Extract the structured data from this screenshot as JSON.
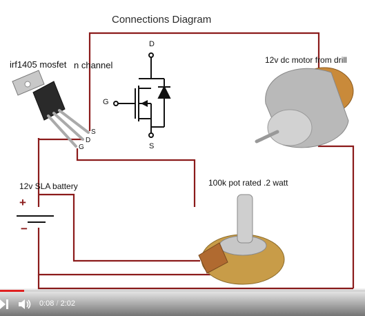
{
  "diagram": {
    "title": "Connections Diagram",
    "mosfet": {
      "name": "irf1405 mosfet",
      "type": "n channel",
      "pins": {
        "s": "S",
        "d": "D",
        "g": "G"
      }
    },
    "symbol": {
      "drain": "D",
      "gate": "G",
      "source": "S"
    },
    "motor": {
      "label": "12v dc motor from drill"
    },
    "battery": {
      "label": "12v SLA battery",
      "plus": "+",
      "minus": "−"
    },
    "pot": {
      "label": "100k pot rated .2 watt"
    },
    "wire_color": "#8b1a1a"
  },
  "player": {
    "current_time": "0:08",
    "separator": " / ",
    "duration": "2:02",
    "progress": 0.066,
    "accent_color": "#e02020",
    "play_icon": "play-icon",
    "volume_icon": "volume-icon"
  }
}
